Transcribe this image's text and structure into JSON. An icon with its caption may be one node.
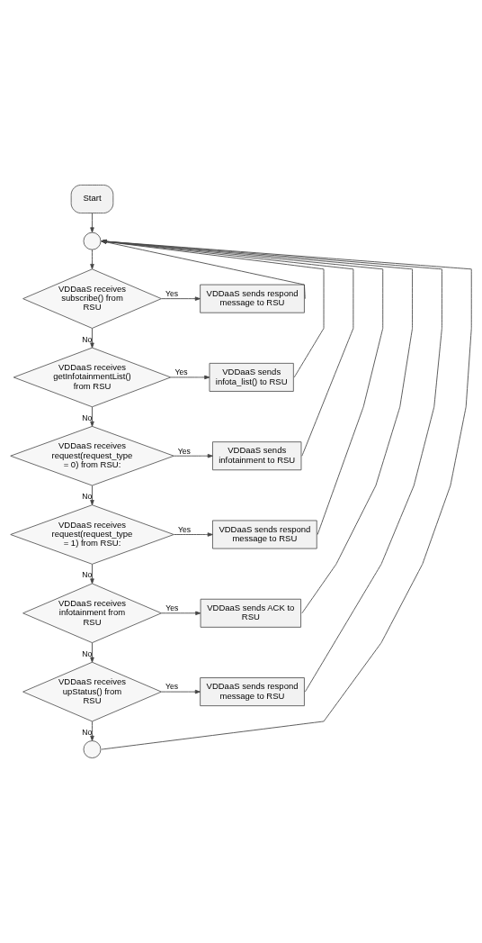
{
  "diagram": {
    "nodes": [
      {
        "text": [
          "Start"
        ]
      },
      {
        "text": [],
        "shape": "circle"
      },
      {
        "text": [
          "VDDaaS receives subscribe() from RSU"
        ]
      },
      {
        "text": [
          "VDDaaS sends respond message to RSU"
        ]
      },
      {
        "text": [
          "VDDaaS receives getInfotainmentList() from RSU"
        ]
      },
      {
        "text": [
          "VDDaaS sends infota_list() to RSU"
        ]
      },
      {
        "text": [
          "VDDaaS receives request(request_type = 0) from RSU:"
        ]
      },
      {
        "text": [
          "VDDaaS sends infotainment to RSU"
        ]
      },
      {
        "text": [
          "VDDaaS receives request(request_type = 1) from RSU:"
        ]
      },
      {
        "text": [
          "VDDaaS sends respond message to RSU"
        ]
      },
      {
        "text": [
          "VDDaaS receives infotainment from RSU"
        ]
      },
      {
        "text": [
          "VDDaaS sends ACK to RSU"
        ]
      },
      {
        "text": [
          "VDDaaS receives upStatus() from RSU"
        ]
      },
      {
        "text": [
          "VDDaaS sends respond message to RSU"
        ]
      },
      {
        "text": [],
        "shape": "circle"
      }
    ],
    "edges": [
      {
        "from": 0,
        "to": 1,
        "arrow": "to"
      },
      {
        "from": 1,
        "to": 2,
        "arrow": "to"
      },
      {
        "from": 2,
        "to": 3,
        "arrow": "to",
        "label": "Yes"
      },
      {
        "from": 2,
        "to": 4,
        "arrow": "to",
        "label": "No"
      },
      {
        "from": 3,
        "to": 1,
        "arrow": "to"
      },
      {
        "from": 4,
        "to": 5,
        "arrow": "to",
        "label": "Yes"
      },
      {
        "from": 4,
        "to": 6,
        "arrow": "to",
        "label": "No"
      },
      {
        "from": 5,
        "to": 1,
        "arrow": "to"
      },
      {
        "from": 6,
        "to": 7,
        "arrow": "to",
        "label": "Yes"
      },
      {
        "from": 6,
        "to": 8,
        "arrow": "to",
        "label": "No"
      },
      {
        "from": 7,
        "to": 1,
        "arrow": "to"
      },
      {
        "from": 8,
        "to": 9,
        "arrow": "to",
        "label": "Yes"
      },
      {
        "from": 8,
        "to": 10,
        "arrow": "to",
        "label": "No"
      },
      {
        "from": 9,
        "to": 1,
        "arrow": "to"
      },
      {
        "from": 10,
        "to": 11,
        "arrow": "to",
        "label": "Yes"
      },
      {
        "from": 10,
        "to": 12,
        "arrow": "to",
        "label": "No"
      },
      {
        "from": 11,
        "to": 1,
        "arrow": "to"
      },
      {
        "from": 12,
        "to": 13,
        "arrow": "to",
        "label": "Yes"
      },
      {
        "from": 12,
        "to": 14,
        "arrow": "to",
        "label": "No"
      },
      {
        "from": 13,
        "to": 1,
        "arrow": "to"
      },
      {
        "from": 14,
        "to": 1,
        "arrow": "to"
      }
    ]
  }
}
